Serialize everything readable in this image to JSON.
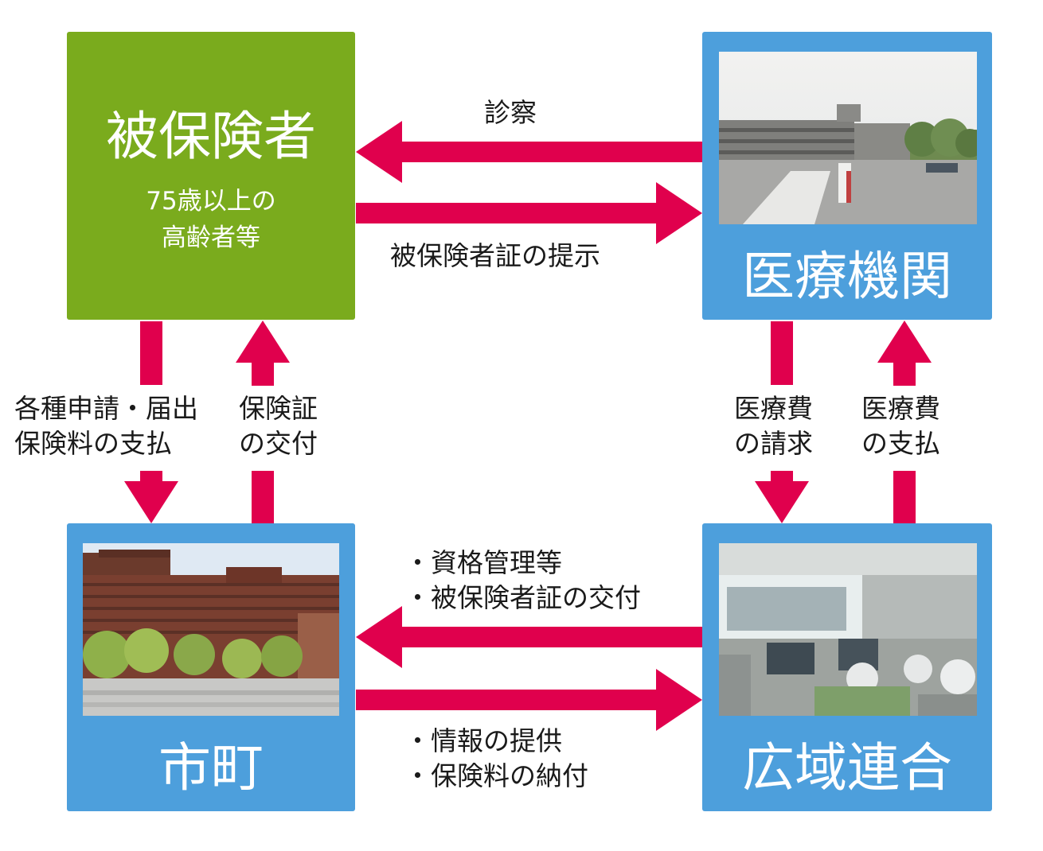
{
  "colors": {
    "arrow": "#e0004d",
    "green_box": "#7aab1d",
    "blue_box": "#4d9fdc"
  },
  "insured": {
    "title": "被保険者",
    "subtitle_line1": "75歳以上の",
    "subtitle_line2": "高齢者等"
  },
  "medical": {
    "title": "医療機関"
  },
  "municipality": {
    "title": "市町"
  },
  "union": {
    "title": "広域連合"
  },
  "flows": {
    "examination": "診察",
    "card_presentation": "被保険者証の提示",
    "apply_line1": "各種申請・届出",
    "apply_line2": "保険料の支払",
    "card_issue_line1": "保険証",
    "card_issue_line2": "の交付",
    "claim_line1": "医療費",
    "claim_line2": "の請求",
    "payment_line1": "医療費",
    "payment_line2": "の支払",
    "mgmt_line1": "・資格管理等",
    "mgmt_line2": "・被保険者証の交付",
    "info_line1": "・情報の提供",
    "info_line2": "・保険料の納付"
  }
}
